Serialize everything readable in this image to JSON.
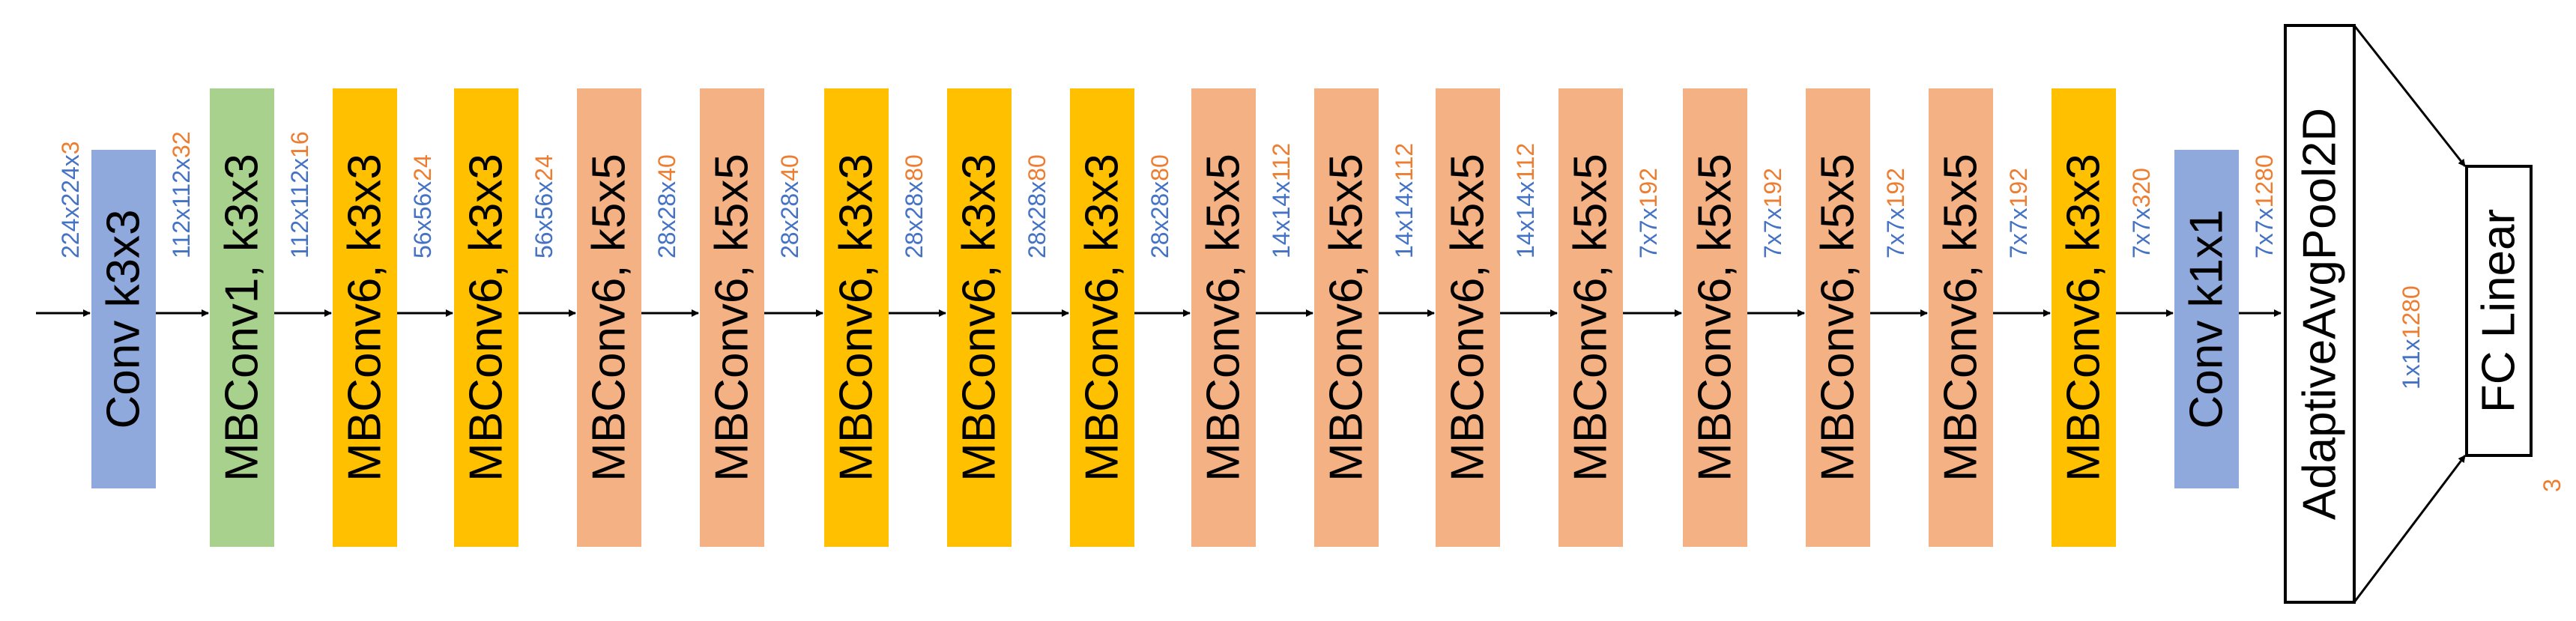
{
  "colors": {
    "conv": "#8fa9dc",
    "mbconv1": "#a9d18e",
    "mbconv_k3": "#ffc000",
    "mbconv_k5": "#f4b183",
    "text_blue": "#4472c4",
    "text_orange": "#ed7d31",
    "arrow": "#000000",
    "outline": "#000000"
  },
  "diagram": {
    "input_shape": {
      "prefix": "224x224x",
      "suffix": "3"
    },
    "blocks": [
      {
        "label": "Conv k3x3",
        "kind": "conv",
        "shape_out": {
          "prefix": "112x112x",
          "suffix": "32"
        }
      },
      {
        "label": "MBConv1, k3x3",
        "kind": "mbconv1",
        "shape_out": {
          "prefix": "112x112x",
          "suffix": "16"
        }
      },
      {
        "label": "MBConv6, k3x3",
        "kind": "mbconv_k3",
        "shape_out": {
          "prefix": "56x56x",
          "suffix": "24"
        }
      },
      {
        "label": "MBConv6, k3x3",
        "kind": "mbconv_k3",
        "shape_out": {
          "prefix": "56x56x",
          "suffix": "24"
        }
      },
      {
        "label": "MBConv6, k5x5",
        "kind": "mbconv_k5",
        "shape_out": {
          "prefix": "28x28x",
          "suffix": "40"
        }
      },
      {
        "label": "MBConv6, k5x5",
        "kind": "mbconv_k5",
        "shape_out": {
          "prefix": "28x28x",
          "suffix": "40"
        }
      },
      {
        "label": "MBConv6, k3x3",
        "kind": "mbconv_k3",
        "shape_out": {
          "prefix": "28x28x",
          "suffix": "80"
        }
      },
      {
        "label": "MBConv6, k3x3",
        "kind": "mbconv_k3",
        "shape_out": {
          "prefix": "28x28x",
          "suffix": "80"
        }
      },
      {
        "label": "MBConv6, k3x3",
        "kind": "mbconv_k3",
        "shape_out": {
          "prefix": "28x28x",
          "suffix": "80"
        }
      },
      {
        "label": "MBConv6, k5x5",
        "kind": "mbconv_k5",
        "shape_out": {
          "prefix": "14x14x",
          "suffix": "112"
        }
      },
      {
        "label": "MBConv6, k5x5",
        "kind": "mbconv_k5",
        "shape_out": {
          "prefix": "14x14x",
          "suffix": "112"
        }
      },
      {
        "label": "MBConv6, k5x5",
        "kind": "mbconv_k5",
        "shape_out": {
          "prefix": "14x14x",
          "suffix": "112"
        }
      },
      {
        "label": "MBConv6, k5x5",
        "kind": "mbconv_k5",
        "shape_out": {
          "prefix": "7x7x",
          "suffix": "192"
        }
      },
      {
        "label": "MBConv6, k5x5",
        "kind": "mbconv_k5",
        "shape_out": {
          "prefix": "7x7x",
          "suffix": "192"
        }
      },
      {
        "label": "MBConv6, k5x5",
        "kind": "mbconv_k5",
        "shape_out": {
          "prefix": "7x7x",
          "suffix": "192"
        }
      },
      {
        "label": "MBConv6, k5x5",
        "kind": "mbconv_k5",
        "shape_out": {
          "prefix": "7x7x",
          "suffix": "192"
        }
      },
      {
        "label": "MBConv6, k3x3",
        "kind": "mbconv_k3",
        "shape_out": {
          "prefix": "7x7x",
          "suffix": "320"
        }
      },
      {
        "label": "Conv k1x1",
        "kind": "conv",
        "shape_out": {
          "prefix": "7x7x",
          "suffix": "1280"
        }
      }
    ],
    "pool": {
      "label": "AdaptiveAvgPool2D",
      "shape_out": {
        "prefix": "1x1x",
        "suffix": "1280"
      }
    },
    "fc": {
      "label": "FC Linear",
      "shape_out": {
        "prefix": "",
        "suffix": "3"
      }
    }
  }
}
